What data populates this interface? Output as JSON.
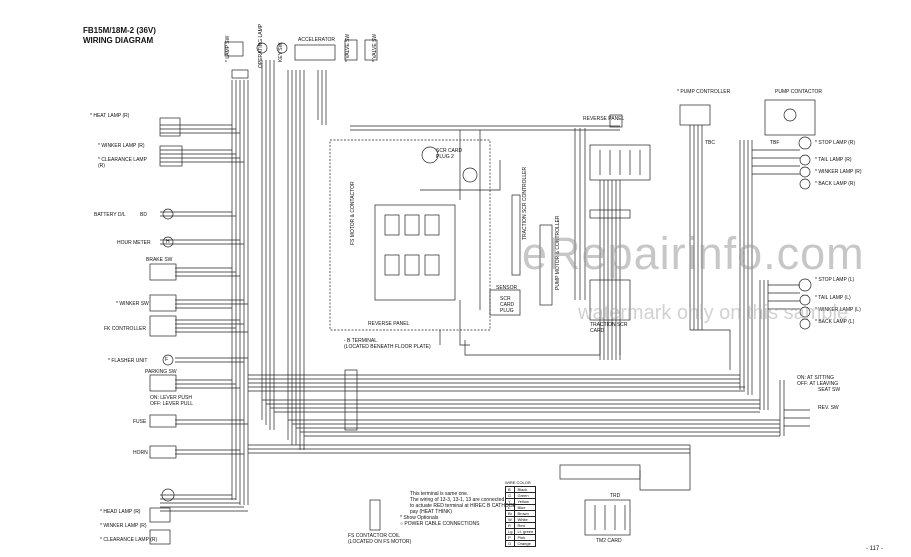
{
  "header": {
    "title_line1": "FB15M/18M-2 (36V)",
    "title_line2": "WIRING DIAGRAM"
  },
  "left_labels": {
    "head_lamp_r_top": "* HEAT LAMP (R)",
    "winker_lamp_r": "* WINKER LAMP (R)",
    "clearance_lamp_r": "* CLEARANCE LAMP (R)",
    "battery": "BATTERY D/L",
    "battery_code": "BD",
    "hour_meter": "HOUR METER",
    "hour_code": "H",
    "brake_sw": "BRAKE SW",
    "winker_sw": "* WINKER SW",
    "fk_controller": "FK CONTROLLER",
    "flasher_unit": "* FLASHER UNIT",
    "flasher_code": "F",
    "parking_sw": "PARKING SW",
    "parking_note1": "ON: LEVER PUSH",
    "parking_note2": "OFF: LEVER PULL",
    "fuse": "FUSE",
    "horn": "HORN",
    "head_lamp_r": "* HEAD LAMP (R)",
    "winker_lamp_r_bottom": "* WINKER LAMP (R)",
    "clearance_lamp_r_bottom": "* CLEARANCE LAMP (R)"
  },
  "top_labels": {
    "lamp_sw": "* LAMP SW",
    "operating_lamp": "OPERATING LAMP",
    "key_sw": "KEY SW",
    "accelerator": "ACCELERATOR",
    "valve_sw": "* VALVE SW",
    "valve_sw2": "* VALVE SW"
  },
  "center_labels": {
    "reverse_panel_top": "REVERSE PANEL",
    "scr_card": "SCR CARD PLUG 2",
    "fs_motor": "FS MOTOR & CONTACTOR",
    "traction_scr": "TRACTION SCR CONTROLLER",
    "pump_scr": "PUMP MOTOR & CONTROLLER",
    "reverse_panel_bottom": "REVERSE PANEL",
    "scr_card_plug": "SCR CARD PLUG",
    "sensor": "SENSOR",
    "traction_scr_card": "TRACTION SCR CARD",
    "terminal": "- B TERMINAL",
    "terminal_note": "(LOCATED BENEATH FLOOR PLATE)",
    "fs_contactor": "FS CONTACTOR COIL",
    "fs_contactor_note": "(LOCATED ON FS MOTOR)",
    "tm2_card": "TM2 CARD",
    "trd": "TRD",
    "tbc": "TBC",
    "tbf": "TBF"
  },
  "right_labels": {
    "pump_controller": "* PUMP CONTROLLER",
    "pump_contactor": "PUMP CONTACTOR",
    "stop_lamp_r": "* STOP LAMP (R)",
    "tail_lamp_r": "* TAIL LAMP (R)",
    "winker_lamp_r": "* WINKER LAMP (R)",
    "back_lamp_r": "* BACK LAMP (R)",
    "stop_lamp_l": "* STOP LAMP (L)",
    "tail_lamp_l": "* TAIL LAMP (L)",
    "winker_lamp_l": "* WINKER LAMP (L)",
    "back_lamp_l": "* BACK LAMP (L)",
    "seat_note1": "ON: AT SITTING",
    "seat_note2": "OFF: AT LEAVING",
    "seat_sw": "SEAT SW",
    "rev_sw": "REV. SW"
  },
  "notes": {
    "note1": "This terminal is same one.",
    "note2": "The wiring of 13-3, 13-1, 13 are connected",
    "note3": "to actuate RED terminal at HIREC B CATHODE",
    "note4": "pay (HEAT THINK)",
    "note5": "* Show Optionals",
    "note6": "○ POWER CABLE CONNECTIONS"
  },
  "wire_color": {
    "title": "WIRE COLOR",
    "rows": [
      [
        "B",
        "Black"
      ],
      [
        "G",
        "Green"
      ],
      [
        "Y",
        "Yellow"
      ],
      [
        "L",
        "Blue"
      ],
      [
        "Br",
        "Brown"
      ],
      [
        "W",
        "White"
      ],
      [
        "R",
        "Red"
      ],
      [
        "Lg",
        "Lt. green"
      ],
      [
        "P",
        "Pink"
      ],
      [
        "O",
        "Orange"
      ]
    ]
  },
  "watermark": {
    "main": "eRepairinfo.com",
    "sub": "watermark only on this sample"
  },
  "page_number": "- 117 -"
}
